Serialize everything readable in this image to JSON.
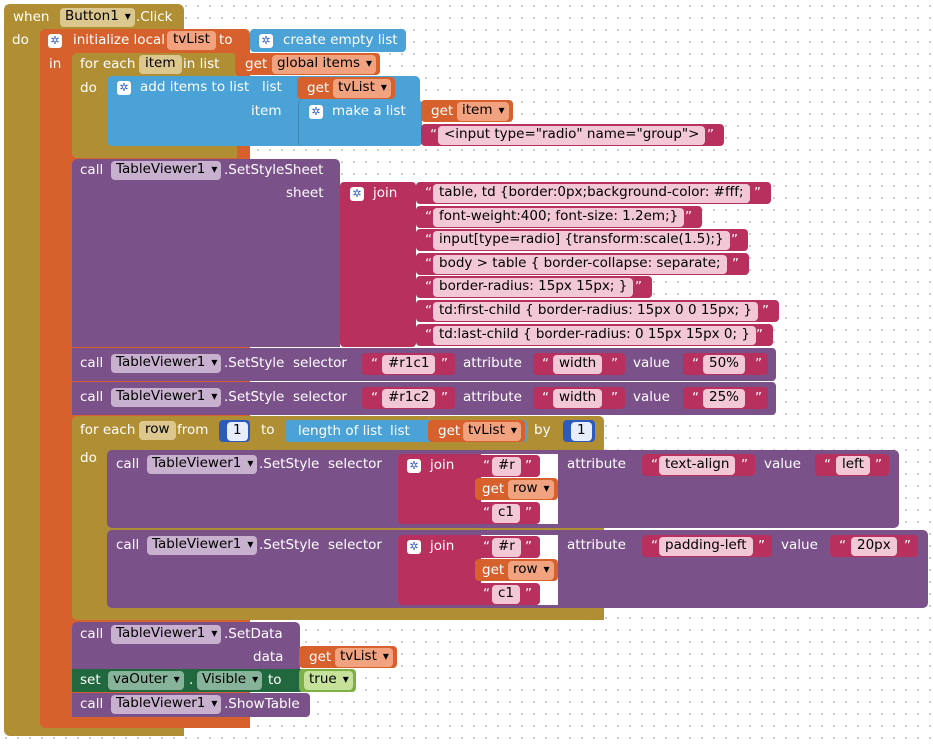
{
  "event": {
    "when": "when",
    "component": "Button1",
    "event": ".Click",
    "do": "do"
  },
  "init_local": {
    "label": "initialize local",
    "name": "tvList",
    "to": "to",
    "in": "in"
  },
  "create_empty_list": "create empty list",
  "foreach_item": {
    "label": "for each",
    "var": "item",
    "in_list": "in list",
    "do": "do"
  },
  "get": "get",
  "global_items": "global items",
  "tvList": "tvList",
  "add_items": {
    "label": "add items to list",
    "list": "list",
    "item": "item"
  },
  "make_a_list": "make a list",
  "item_var": "item",
  "radio_input": "<input type=\"radio\" name=\"group\">",
  "call": "call",
  "table_viewer": "TableViewer1",
  "set_style_sheet": ".SetStyleSheet",
  "sheet": "sheet",
  "join": "join",
  "css_lines": [
    "table, td {border:0px;background-color: #fff; ",
    "font-weight:400; font-size: 1.2em;}",
    "input[type=radio] {transform:scale(1.5);}",
    "body > table { border-collapse: separate; ",
    "border-radius: 15px 15px; }",
    "td:first-child { border-radius: 15px 0 0 15px; }",
    "td:last-child { border-radius: 0 15px 15px 0; }"
  ],
  "set_style": ".SetStyle",
  "selector": "selector",
  "attribute": "attribute",
  "value": "value",
  "style1": {
    "selector": "#r1c1",
    "attribute": "width",
    "value": "50%"
  },
  "style2": {
    "selector": "#r1c2",
    "attribute": "width",
    "value": "25%"
  },
  "foreach_row": {
    "label": "for each",
    "var": "row",
    "from": "from",
    "start": "1",
    "to": "to",
    "by": "by",
    "step": "1",
    "do": "do"
  },
  "length_of_list": {
    "label": "length of list",
    "list": "list"
  },
  "row_var": "row",
  "r_prefix": "#r",
  "c1": "c1",
  "inner1": {
    "attribute": "text-align",
    "value": "left"
  },
  "inner2": {
    "attribute": "padding-left",
    "value": "20px"
  },
  "set_data": ".SetData",
  "data": "data",
  "set_vis": {
    "set": "set",
    "component": "vaOuter",
    "dot": ".",
    "prop": "Visible",
    "to": "to",
    "val": "true"
  },
  "show_table": ".ShowTable",
  "colors": {
    "control": "#b08e33",
    "variables": "#d7612c",
    "lists": "#4aa2d6",
    "component": "#7b5189",
    "text": "#b8305d",
    "math": "#2c5bbd",
    "setter": "#22683f",
    "logic": "#7db045"
  }
}
